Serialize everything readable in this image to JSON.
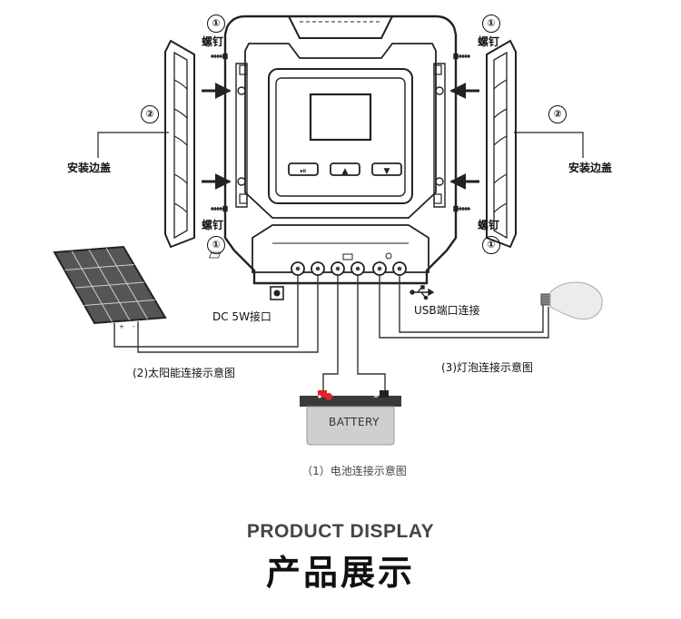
{
  "callouts": {
    "screw_label": "螺钉",
    "screw_number": "①",
    "side_cover_label": "安装边盖",
    "side_cover_number": "②"
  },
  "controller": {
    "buttons": {
      "left_symbol": "⏯",
      "middle_symbol": "▲",
      "right_symbol": "▼"
    }
  },
  "connections": {
    "dc_port_label": "DC 5W接口",
    "usb_label": "USB端口连接",
    "solar_label": "(2)太阳能连接示意图",
    "lamp_label": "(3)灯泡连接示意图",
    "battery_label": "（1）电池连接示意图",
    "battery_text": "BATTERY",
    "solar_terminals": [
      "+",
      "-"
    ]
  },
  "footer": {
    "title_en": "PRODUCT DISPLAY",
    "title_cn": "产品展示"
  },
  "colors": {
    "line": "#222222",
    "battery_body": "#cfcfcf",
    "battery_top": "#3a3a3a",
    "terminal_positive": "#d9262c",
    "solar_panel": "#4a4a4a",
    "text_dark": "#111111",
    "text_footer_en": "#444444"
  }
}
